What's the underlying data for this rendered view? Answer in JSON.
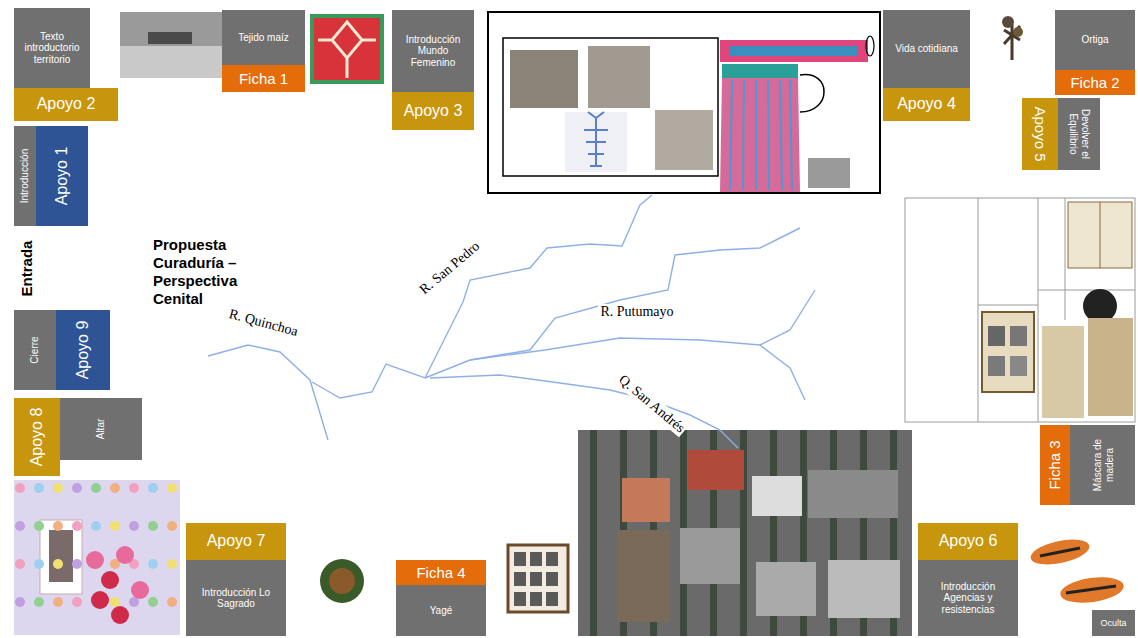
{
  "diagram": {
    "title": "Propuesta Curaduría – Perspectiva Cenital",
    "nodes": [
      {
        "text": [
          "Texto introductorio territorio"
        ]
      },
      {
        "text": [
          "Apoyo 2"
        ]
      },
      {
        "text": [
          "Tejido maíz"
        ]
      },
      {
        "text": [
          "Ficha 1"
        ]
      },
      {
        "text": [
          "Introducción Mundo Femenino"
        ]
      },
      {
        "text": [
          "Apoyo 3"
        ]
      },
      {
        "text": [
          "Vida cotidiana"
        ]
      },
      {
        "text": [
          "Apoyo 4"
        ]
      },
      {
        "text": [
          "Ortiga"
        ]
      },
      {
        "text": [
          "Ficha 2"
        ]
      },
      {
        "text": [
          "Apoyo 5"
        ]
      },
      {
        "text": [
          "Devolver el Equilibrio"
        ]
      },
      {
        "text": [
          "Introducción"
        ]
      },
      {
        "text": [
          "Apoyo 1"
        ]
      },
      {
        "text": [
          "Cierre"
        ]
      },
      {
        "text": [
          "Apoyo 9"
        ]
      },
      {
        "text": [
          "Apoyo 8"
        ]
      },
      {
        "text": [
          "Altar"
        ]
      },
      {
        "text": [
          "Apoyo 7"
        ]
      },
      {
        "text": [
          "Introducción Lo Sagrado"
        ]
      },
      {
        "text": [
          "Ficha 4"
        ]
      },
      {
        "text": [
          "Yagé"
        ]
      },
      {
        "text": [
          "Apoyo 6"
        ]
      },
      {
        "text": [
          "Introducción Agencias y resistencias"
        ]
      },
      {
        "text": [
          "Ficha 3"
        ]
      },
      {
        "text": [
          "Máscara de madera"
        ]
      },
      {
        "text": [
          "Oculta"
        ]
      }
    ],
    "labels": [
      "Entrada",
      "R. Quinchoa",
      "R. San Pedro",
      "R. Putumayo",
      "Q. San Andrés"
    ]
  }
}
